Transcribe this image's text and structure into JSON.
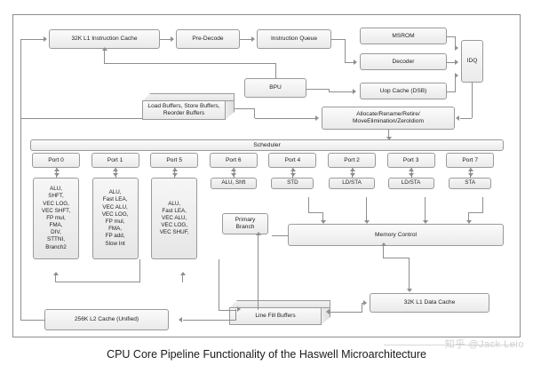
{
  "caption": "CPU Core Pipeline Functionality of the Haswell Microarchitecture",
  "watermark": "知乎 @Jack Leio",
  "colors": {
    "box_border": "#9a9a9a",
    "box_fill_top": "#fbfbfb",
    "box_fill_bottom": "#eaeaea",
    "connector": "#8e8e8e",
    "frame_border": "#8d8d8d",
    "background": "#ffffff",
    "caption_text": "#1a1a1a",
    "watermark_text": "#cfcfcf"
  },
  "frontend": {
    "l1_icache": "32K L1 Instruction Cache",
    "predecode": "Pre-Decode",
    "instruction_queue": "Instruction Queue",
    "msrom": "MSROM",
    "decoder": "Decoder",
    "uop_cache": "Uop Cache (DSB)",
    "idq": "IDQ",
    "bpu": "BPU",
    "buffers": "Load Buffers, Store Buffers, Reorder Buffers",
    "allocate_line1": "Allocate/Rename/Retire/",
    "allocate_line2": "MoveElimination/ZeroIdiom"
  },
  "scheduler": {
    "label": "Scheduler"
  },
  "ports": [
    {
      "name": "Port 0",
      "units": [
        "ALU,",
        "SHFT,",
        "VEC LOG,",
        "VEC SHFT,",
        "FP mul,",
        "FMA,",
        "DIV,",
        "STTNI,",
        "Branch2"
      ]
    },
    {
      "name": "Port 1",
      "units": [
        "ALU,",
        "Fast LEA,",
        "VEC ALU,",
        "VEC LOG,",
        "FP mul,",
        "FMA,",
        "FP add,",
        "Slow Int"
      ]
    },
    {
      "name": "Port 5",
      "units": [
        "ALU,",
        "Fast LEA,",
        "VEC ALU,",
        "VEC LOG,",
        "VEC SHUF,"
      ]
    },
    {
      "name": "Port 6",
      "units": [
        "ALU, Shft"
      ]
    },
    {
      "name": "Port 4",
      "units": [
        "STD"
      ]
    },
    {
      "name": "Port 2",
      "units": [
        "LD/STA"
      ]
    },
    {
      "name": "Port 3",
      "units": [
        "LD/STA"
      ]
    },
    {
      "name": "Port 7",
      "units": [
        "STA"
      ]
    }
  ],
  "backend": {
    "primary_branch_line1": "Primary",
    "primary_branch_line2": "Branch",
    "memory_control": "Memory Control",
    "l1_dcache": "32K L1 Data Cache",
    "line_fill_buffers": "Line Fill Buffers",
    "l2_cache": "256K L2 Cache (Unified)"
  }
}
